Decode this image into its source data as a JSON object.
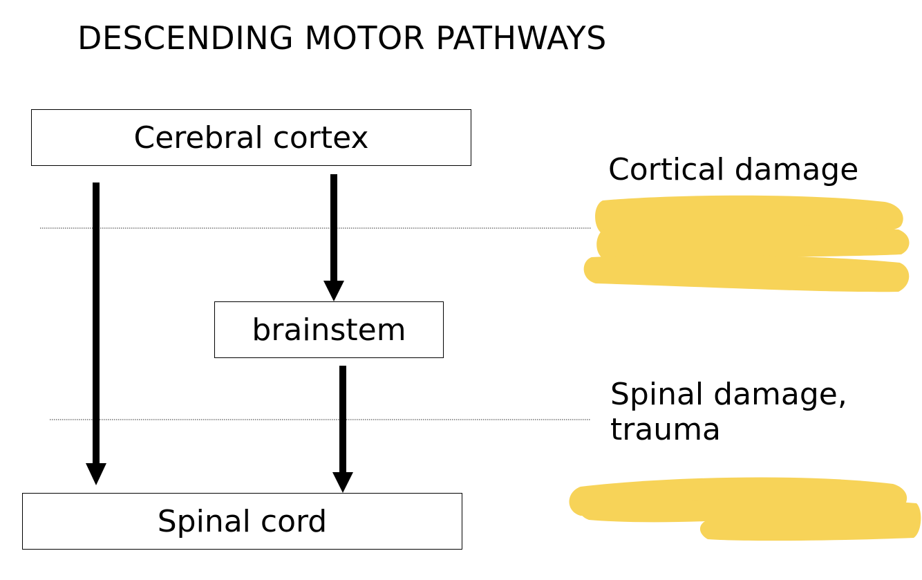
{
  "slide": {
    "title": "DESCENDING MOTOR PATHWAYS"
  },
  "diagram": {
    "nodes": {
      "cortex": "Cerebral cortex",
      "brainstem": "brainstem",
      "spinal_cord": "Spinal cord"
    },
    "edges": [
      {
        "from": "cortex",
        "to": "spinal_cord"
      },
      {
        "from": "cortex",
        "to": "brainstem"
      },
      {
        "from": "brainstem",
        "to": "spinal_cord"
      }
    ]
  },
  "annotations": {
    "cortical": "Cortical damage",
    "spinal_line1": "Spinal damage,",
    "spinal_line2": "trauma"
  },
  "colors": {
    "highlighter": "#f7d358",
    "arrow": "#000000",
    "divider": "#555555"
  }
}
